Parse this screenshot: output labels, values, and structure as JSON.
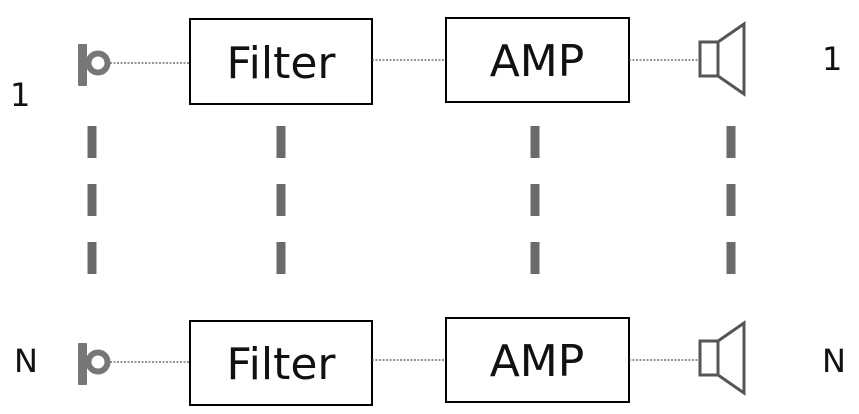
{
  "channels": [
    {
      "input_label": "1",
      "output_label": "1",
      "filter_label": "Filter",
      "amp_label": "AMP"
    },
    {
      "input_label": "N",
      "output_label": "N",
      "filter_label": "Filter",
      "amp_label": "AMP"
    }
  ],
  "colors": {
    "box_border": "#000000",
    "wire": "#555555",
    "dashes": "#6b6b6b",
    "mic": "#777777",
    "speaker": "#555555",
    "text": "#111111"
  },
  "icons": {
    "input": "microphone-icon",
    "output": "speaker-icon"
  }
}
